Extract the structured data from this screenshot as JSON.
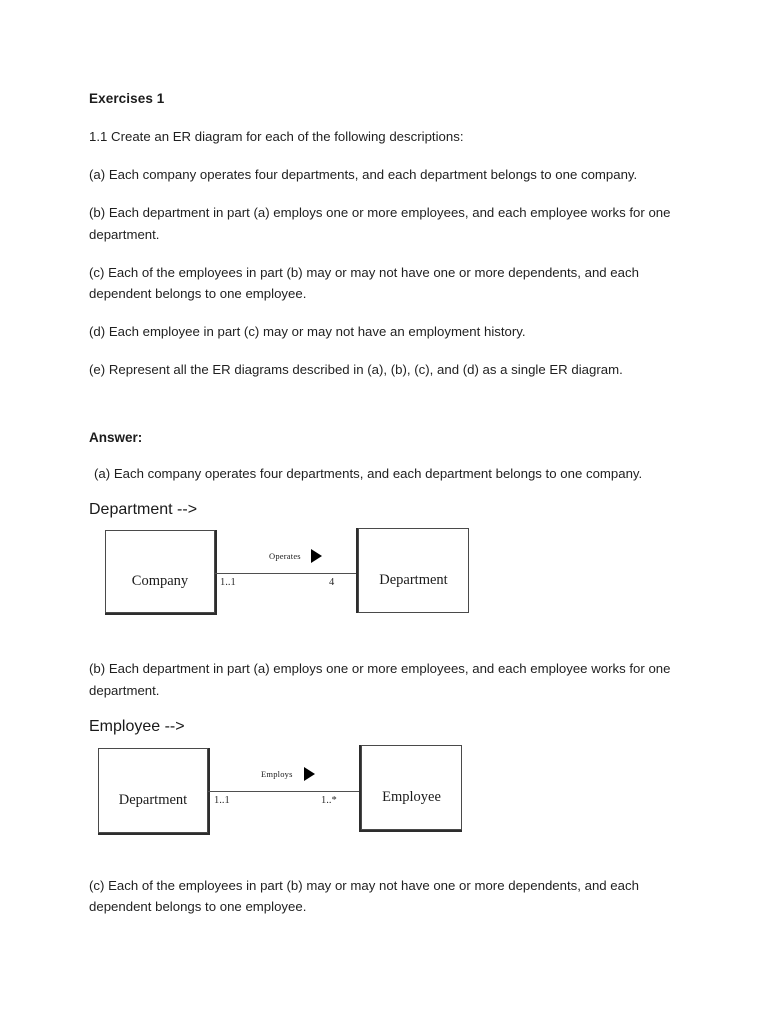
{
  "document": {
    "heading": "Exercises 1",
    "intro": "1.1 Create an ER diagram for each of the following descriptions:",
    "questions": [
      "(a) Each company operates four departments, and each department belongs to one company.",
      "(b) Each department in part (a) employs one or more employees, and each employee works for one department.",
      "(c) Each of the employees in part (b) may or may not have one or more dependents, and each dependent belongs to one employee.",
      "(d) Each employee in part (c) may or may not have an employment history.",
      "(e) Represent all the ER diagrams described in (a), (b), (c), and (d) as a single ER diagram."
    ],
    "answer_heading": "Answer:",
    "answers": [
      "(a) Each company operates four departments, and each department belongs to one company.",
      "(b) Each department in part (a) employs one or more employees, and each employee works for one department.",
      "(c) Each of the employees in part (b) may or may not have one or more dependents, and each dependent belongs to one employee."
    ]
  },
  "diagrams": [
    {
      "id": "diagram-a",
      "left_entity": "Company",
      "right_entity": "Department",
      "relationship": "Operates",
      "left_cardinality": "1..1",
      "right_cardinality": "4",
      "arrow_direction": "right"
    },
    {
      "id": "diagram-b",
      "left_entity": "Department",
      "right_entity": "Employee",
      "relationship": "Employs",
      "left_cardinality": "1..1",
      "right_cardinality": "1..*",
      "arrow_direction": "right"
    }
  ],
  "colors": {
    "page_background": "#ffffff",
    "text": "#1f1f1f",
    "entity_border": "#4a4a4a",
    "entity_shadow": "#2d2d2d",
    "connector": "#4f4f4f",
    "arrow": "#000000"
  }
}
